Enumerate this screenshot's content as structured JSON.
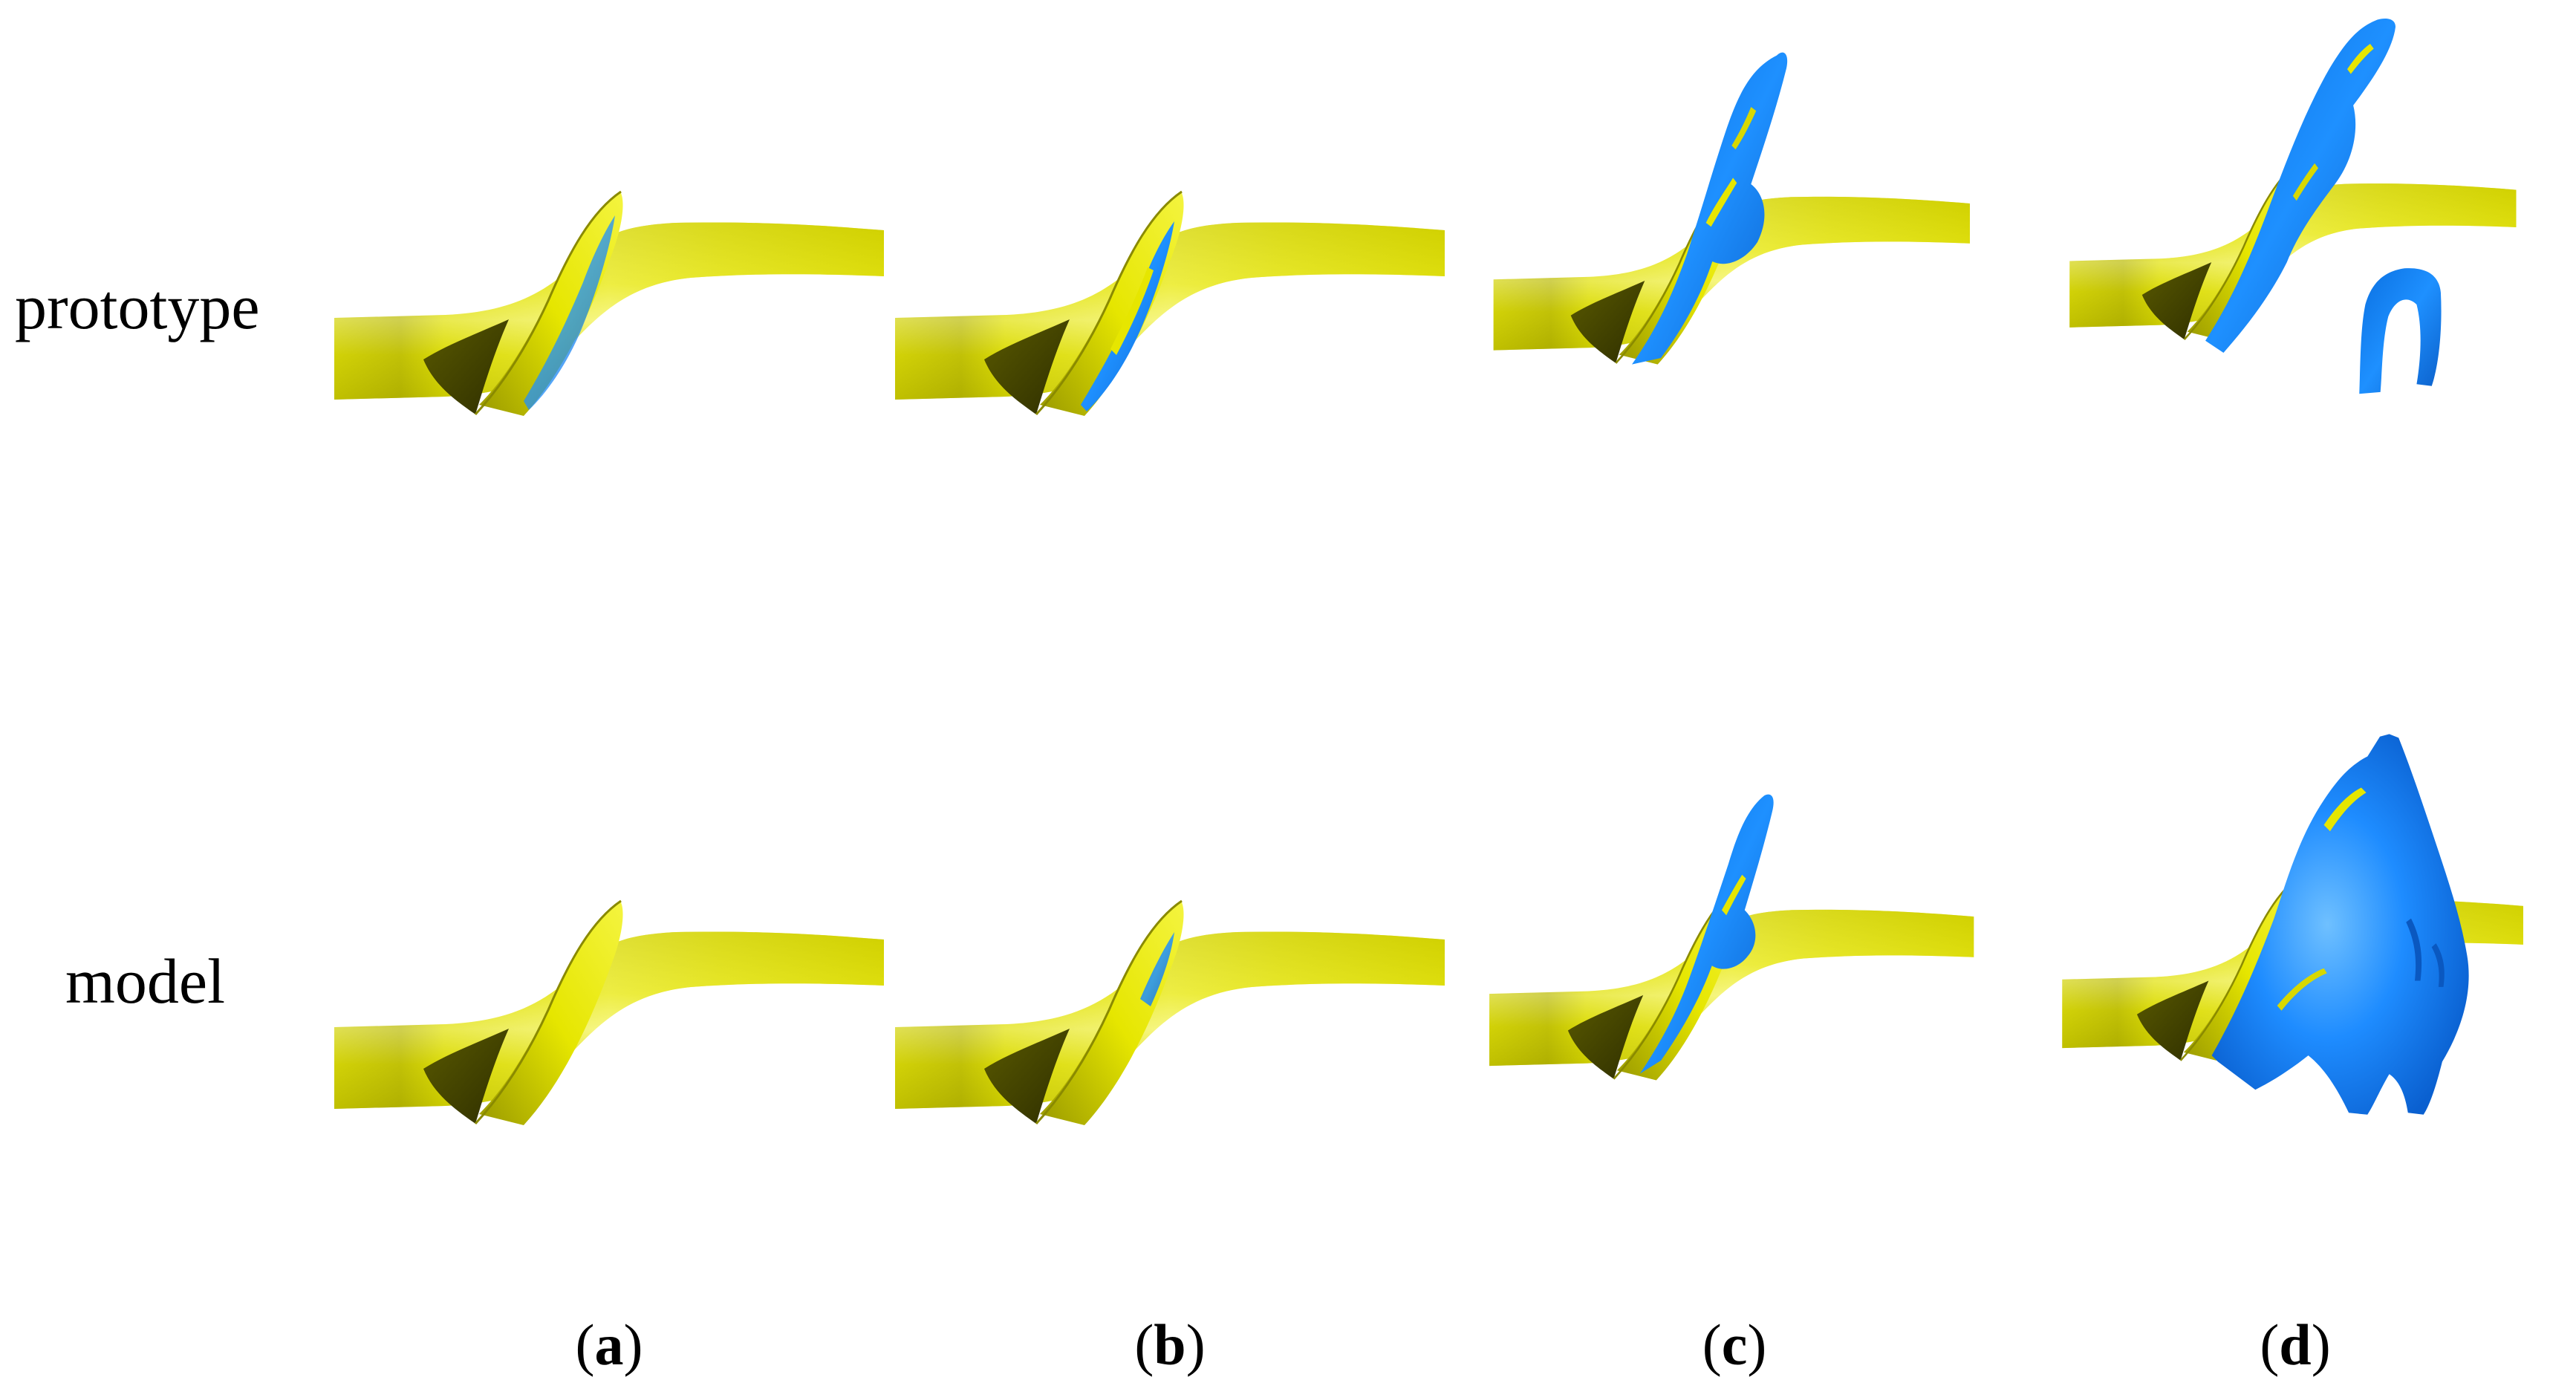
{
  "figure": {
    "rows": [
      {
        "label": "prototype"
      },
      {
        "label": "model"
      }
    ],
    "captions": [
      {
        "open": "(",
        "letter": "a",
        "close": ")"
      },
      {
        "open": "(",
        "letter": "b",
        "close": ")"
      },
      {
        "open": "(",
        "letter": "c",
        "close": ")"
      },
      {
        "open": "(",
        "letter": "d",
        "close": ")"
      }
    ],
    "colors": {
      "hub_surface": "#d4d400",
      "hub_highlight": "#ffffc8",
      "blade_surface": "#e6e600",
      "blade_shadow": "#4a4a00",
      "cavity_volume": "#1a8cff"
    },
    "panels": [
      {
        "row": "prototype",
        "column": "a",
        "cavitation_extent": "thin-edge"
      },
      {
        "row": "prototype",
        "column": "b",
        "cavitation_extent": "strips"
      },
      {
        "row": "prototype",
        "column": "c",
        "cavitation_extent": "sheet"
      },
      {
        "row": "prototype",
        "column": "d",
        "cavitation_extent": "sheet-with-detached-cloud"
      },
      {
        "row": "model",
        "column": "a",
        "cavitation_extent": "trace"
      },
      {
        "row": "model",
        "column": "b",
        "cavitation_extent": "thin-edge"
      },
      {
        "row": "model",
        "column": "c",
        "cavitation_extent": "partial-sheet"
      },
      {
        "row": "model",
        "column": "d",
        "cavitation_extent": "large-cloud"
      }
    ]
  }
}
